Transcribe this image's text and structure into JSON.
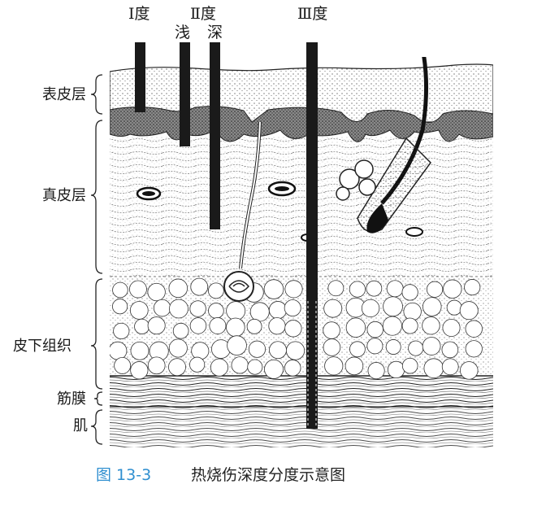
{
  "degree_labels": {
    "first": "Ⅰ度",
    "second": "Ⅱ度",
    "second_shallow": "浅",
    "second_deep": "深",
    "third": "Ⅲ度"
  },
  "layer_labels": {
    "epidermis": "表皮层",
    "dermis": "真皮层",
    "subcutaneous": "皮下组织",
    "fascia": "筋膜",
    "muscle": "肌"
  },
  "caption": {
    "number": "图 13-3",
    "title": "热烧伤深度分度示意图"
  },
  "colors": {
    "ink": "#1a1a1a",
    "caption_number": "#2f8fd0"
  }
}
